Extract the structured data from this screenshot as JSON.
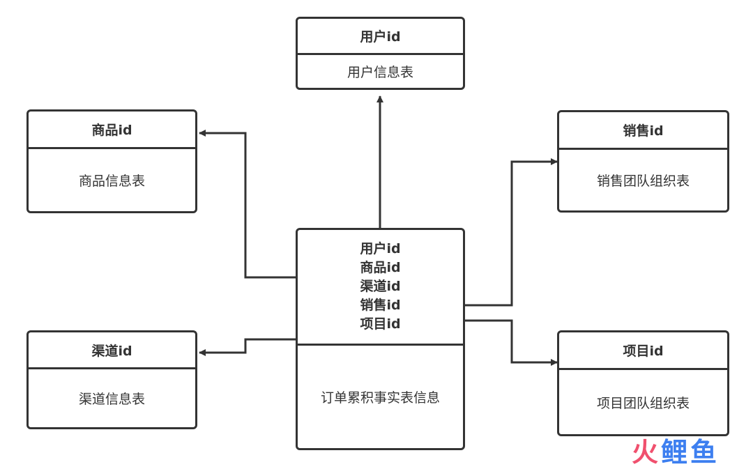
{
  "entities": {
    "user": {
      "key": "用户id",
      "table": "用户信息表"
    },
    "product": {
      "key": "商品id",
      "table": "商品信息表"
    },
    "sales": {
      "key": "销售id",
      "table": "销售团队组织表"
    },
    "channel": {
      "key": "渠道id",
      "table": "渠道信息表"
    },
    "project": {
      "key": "项目id",
      "table": "项目团队组织表"
    },
    "fact": {
      "keys": [
        "用户id",
        "商品id",
        "渠道id",
        "销售id",
        "项目id"
      ],
      "table": "订单累积事实表信息"
    }
  },
  "watermark": {
    "chars": [
      "火",
      "鲤",
      "鱼"
    ],
    "colors": {
      "fire": "#f0506e",
      "carp": "#3d7ff0"
    }
  },
  "colors": {
    "stroke": "#333333",
    "background": "#ffffff"
  }
}
